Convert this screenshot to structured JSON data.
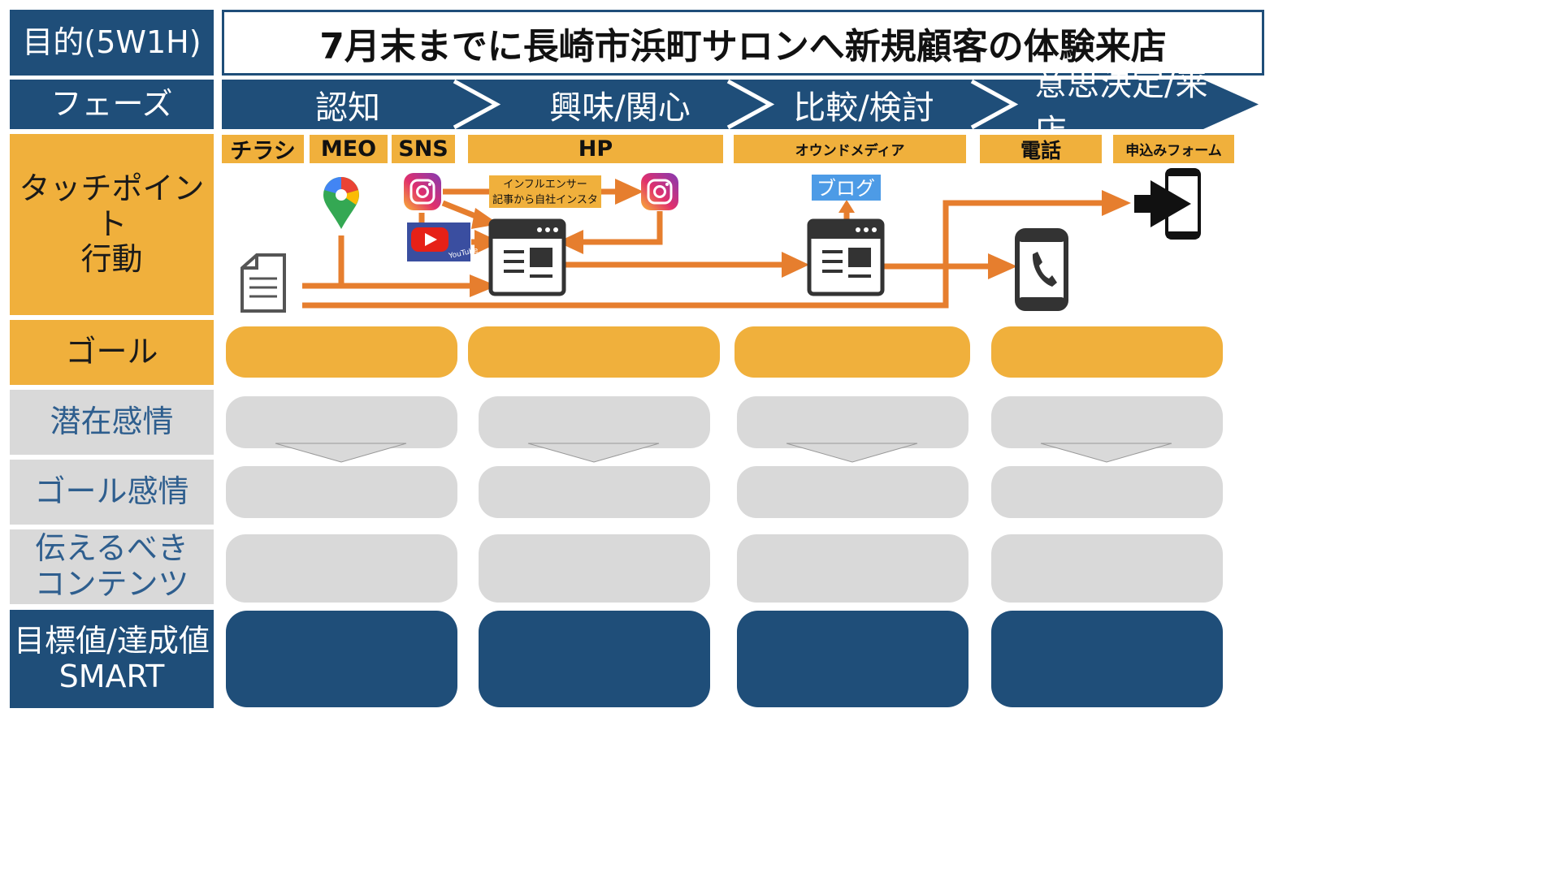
{
  "rows": {
    "purpose": "目的(5W1H)",
    "phase": "フェーズ",
    "touchpoint": "タッチポイント\n行動",
    "goal": "ゴール",
    "latent": "潜在感情",
    "goal_emotion": "ゴール感情",
    "contents": "伝えるべき\nコンテンツ",
    "kpi": "目標値/達成値\nSMART"
  },
  "title": "7月末までに長崎市浜町サロンへ新規顧客の体験来店",
  "phases": [
    "認知",
    "興味/関心",
    "比較/検討",
    "意思決定/来店"
  ],
  "touchpoints": [
    "チラシ",
    "MEO",
    "SNS",
    "HP",
    "オウンドメディア",
    "電話",
    "申込みフォーム"
  ],
  "annotations": {
    "influencer": "インフルエンサー\n記事から自社インスタ",
    "blog": "ブログ",
    "youtube": "YouTube"
  },
  "colors": {
    "navy": "#1f4e79",
    "orange": "#f0b03c",
    "gray": "#d9d9d9",
    "arrow": "#e67e2e"
  }
}
